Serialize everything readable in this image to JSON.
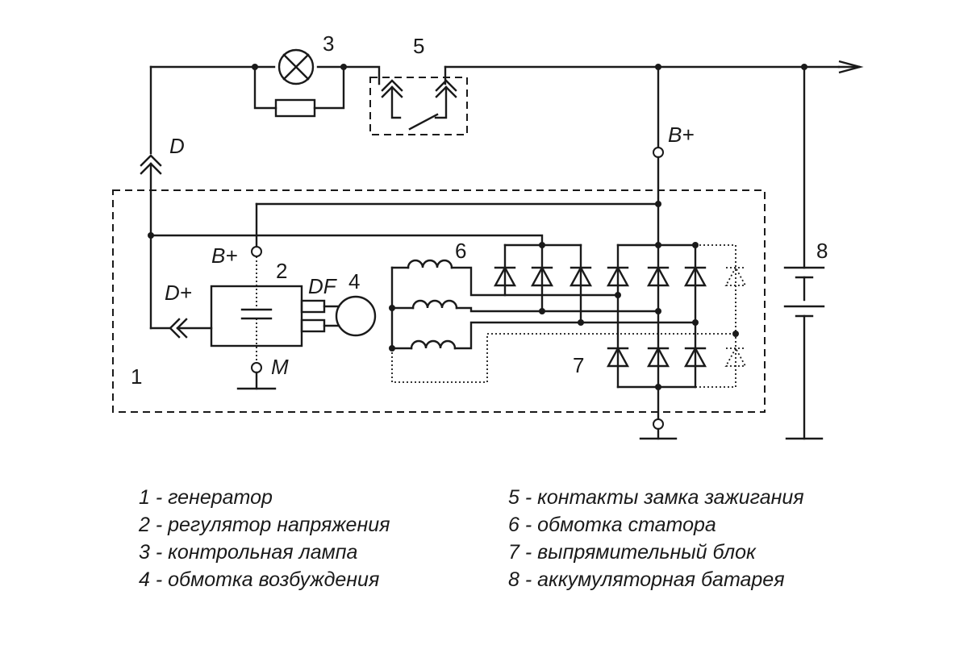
{
  "labels": {
    "n1": "1",
    "n2": "2",
    "n3": "3",
    "n4": "4",
    "n5": "5",
    "n6": "6",
    "n7": "7",
    "n8": "8",
    "D": "D",
    "Dplus": "D+",
    "Bplus_top": "B+",
    "Bplus_reg": "B+",
    "DF": "DF",
    "M": "M"
  },
  "legend": {
    "left": [
      "1 - генератор",
      "2 - регулятор напряжения",
      "3 - контрольная лампа",
      "4 - обмотка возбуждения"
    ],
    "right": [
      "5 - контакты замка зажигания",
      "6 - обмотка статора",
      "7 - выпрямительный блок",
      "8 - аккумуляторная батарея"
    ]
  }
}
